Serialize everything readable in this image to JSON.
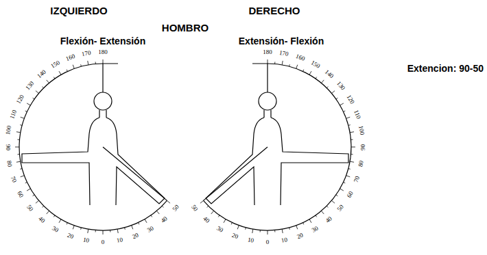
{
  "diagram": {
    "title": "HOMBRO",
    "labels": [
      "IZQUIERDO",
      "DERECHO",
      "Flexión- Extensión",
      "Extensión- Flexión",
      "Extencion: 90-50",
      "180",
      "170",
      "160",
      "150",
      "140",
      "130",
      "120",
      "110",
      "100",
      "90",
      "80",
      "70",
      "60",
      "50",
      "40",
      "30",
      "20",
      "10",
      "0",
      "10",
      "20",
      "30",
      "40",
      "50",
      "180",
      "170",
      "160",
      "150",
      "140",
      "130",
      "120",
      "110",
      "100",
      "90",
      "80",
      "70",
      "60",
      "50",
      "40",
      "30",
      "20",
      "10",
      "0",
      "10",
      "20",
      "30",
      "40",
      "50"
    ]
  }
}
